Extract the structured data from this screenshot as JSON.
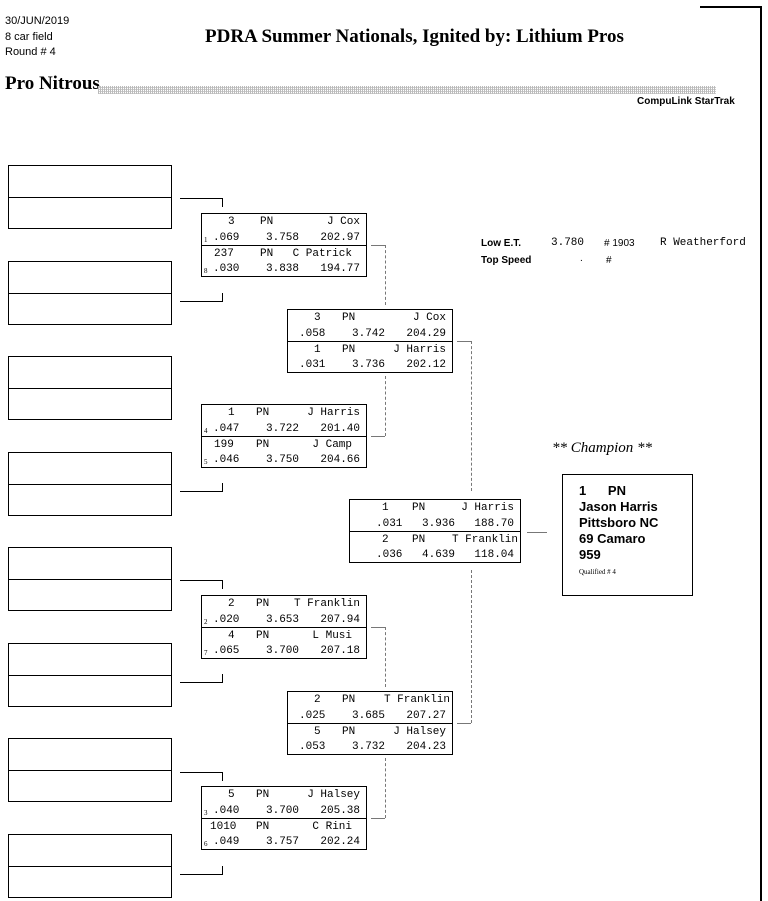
{
  "header": {
    "date": "30/JUN/2019",
    "field": "8 car field",
    "round": "Round # 4",
    "title": "PDRA Summer Nationals, Ignited by: Lithium Pros",
    "class_name": "Pro Nitrous",
    "compulink": "CompuLink StarTrak"
  },
  "records": {
    "low_et_label": "Low  E.T.",
    "low_et_value": "3.780",
    "low_et_num": "# 1903",
    "low_et_name": "R Weatherford",
    "top_speed_label": "Top Speed",
    "top_speed_value": ".",
    "top_speed_num": "#"
  },
  "round1": [
    {
      "lane_top": "1",
      "lane_bot": "8",
      "top": {
        "num": "3",
        "cls": "PN",
        "name": "J Cox",
        "rt": ".069",
        "et": "3.758",
        "mph": "202.97"
      },
      "bot": {
        "num": "237",
        "cls": "PN",
        "name": "C Patrick",
        "rt": ".030",
        "et": "3.838",
        "mph": "194.77"
      }
    },
    {
      "lane_top": "4",
      "lane_bot": "5",
      "top": {
        "num": "1",
        "cls": "PN",
        "name": "J Harris",
        "rt": ".047",
        "et": "3.722",
        "mph": "201.40"
      },
      "bot": {
        "num": "199",
        "cls": "PN",
        "name": "J Camp",
        "rt": ".046",
        "et": "3.750",
        "mph": "204.66"
      }
    },
    {
      "lane_top": "2",
      "lane_bot": "7",
      "top": {
        "num": "2",
        "cls": "PN",
        "name": "T Franklin",
        "rt": ".020",
        "et": "3.653",
        "mph": "207.94"
      },
      "bot": {
        "num": "4",
        "cls": "PN",
        "name": "L Musi",
        "rt": ".065",
        "et": "3.700",
        "mph": "207.18"
      }
    },
    {
      "lane_top": "3",
      "lane_bot": "6",
      "top": {
        "num": "5",
        "cls": "PN",
        "name": "J Halsey",
        "rt": ".040",
        "et": "3.700",
        "mph": "205.38"
      },
      "bot": {
        "num": "1010",
        "cls": "PN",
        "name": "C Rini",
        "rt": ".049",
        "et": "3.757",
        "mph": "202.24"
      }
    }
  ],
  "round2": [
    {
      "top": {
        "num": "3",
        "cls": "PN",
        "name": "J Cox",
        "rt": ".058",
        "et": "3.742",
        "mph": "204.29"
      },
      "bot": {
        "num": "1",
        "cls": "PN",
        "name": "J Harris",
        "rt": ".031",
        "et": "3.736",
        "mph": "202.12"
      }
    },
    {
      "top": {
        "num": "2",
        "cls": "PN",
        "name": "T Franklin",
        "rt": ".025",
        "et": "3.685",
        "mph": "207.27"
      },
      "bot": {
        "num": "5",
        "cls": "PN",
        "name": "J Halsey",
        "rt": ".053",
        "et": "3.732",
        "mph": "204.23"
      }
    }
  ],
  "final": {
    "top": {
      "num": "1",
      "cls": "PN",
      "name": "J Harris",
      "rt": ".031",
      "et": "3.936",
      "mph": "188.70"
    },
    "bot": {
      "num": "2",
      "cls": "PN",
      "name": "T Franklin",
      "rt": ".036",
      "et": "4.639",
      "mph": "118.04"
    }
  },
  "champion": {
    "heading": "** Champion **",
    "num_cls": "1      PN",
    "name": "Jason Harris",
    "hometown": "Pittsboro NC",
    "car": "69 Camaro",
    "number": "959",
    "qualified": "Qualified # 4"
  }
}
